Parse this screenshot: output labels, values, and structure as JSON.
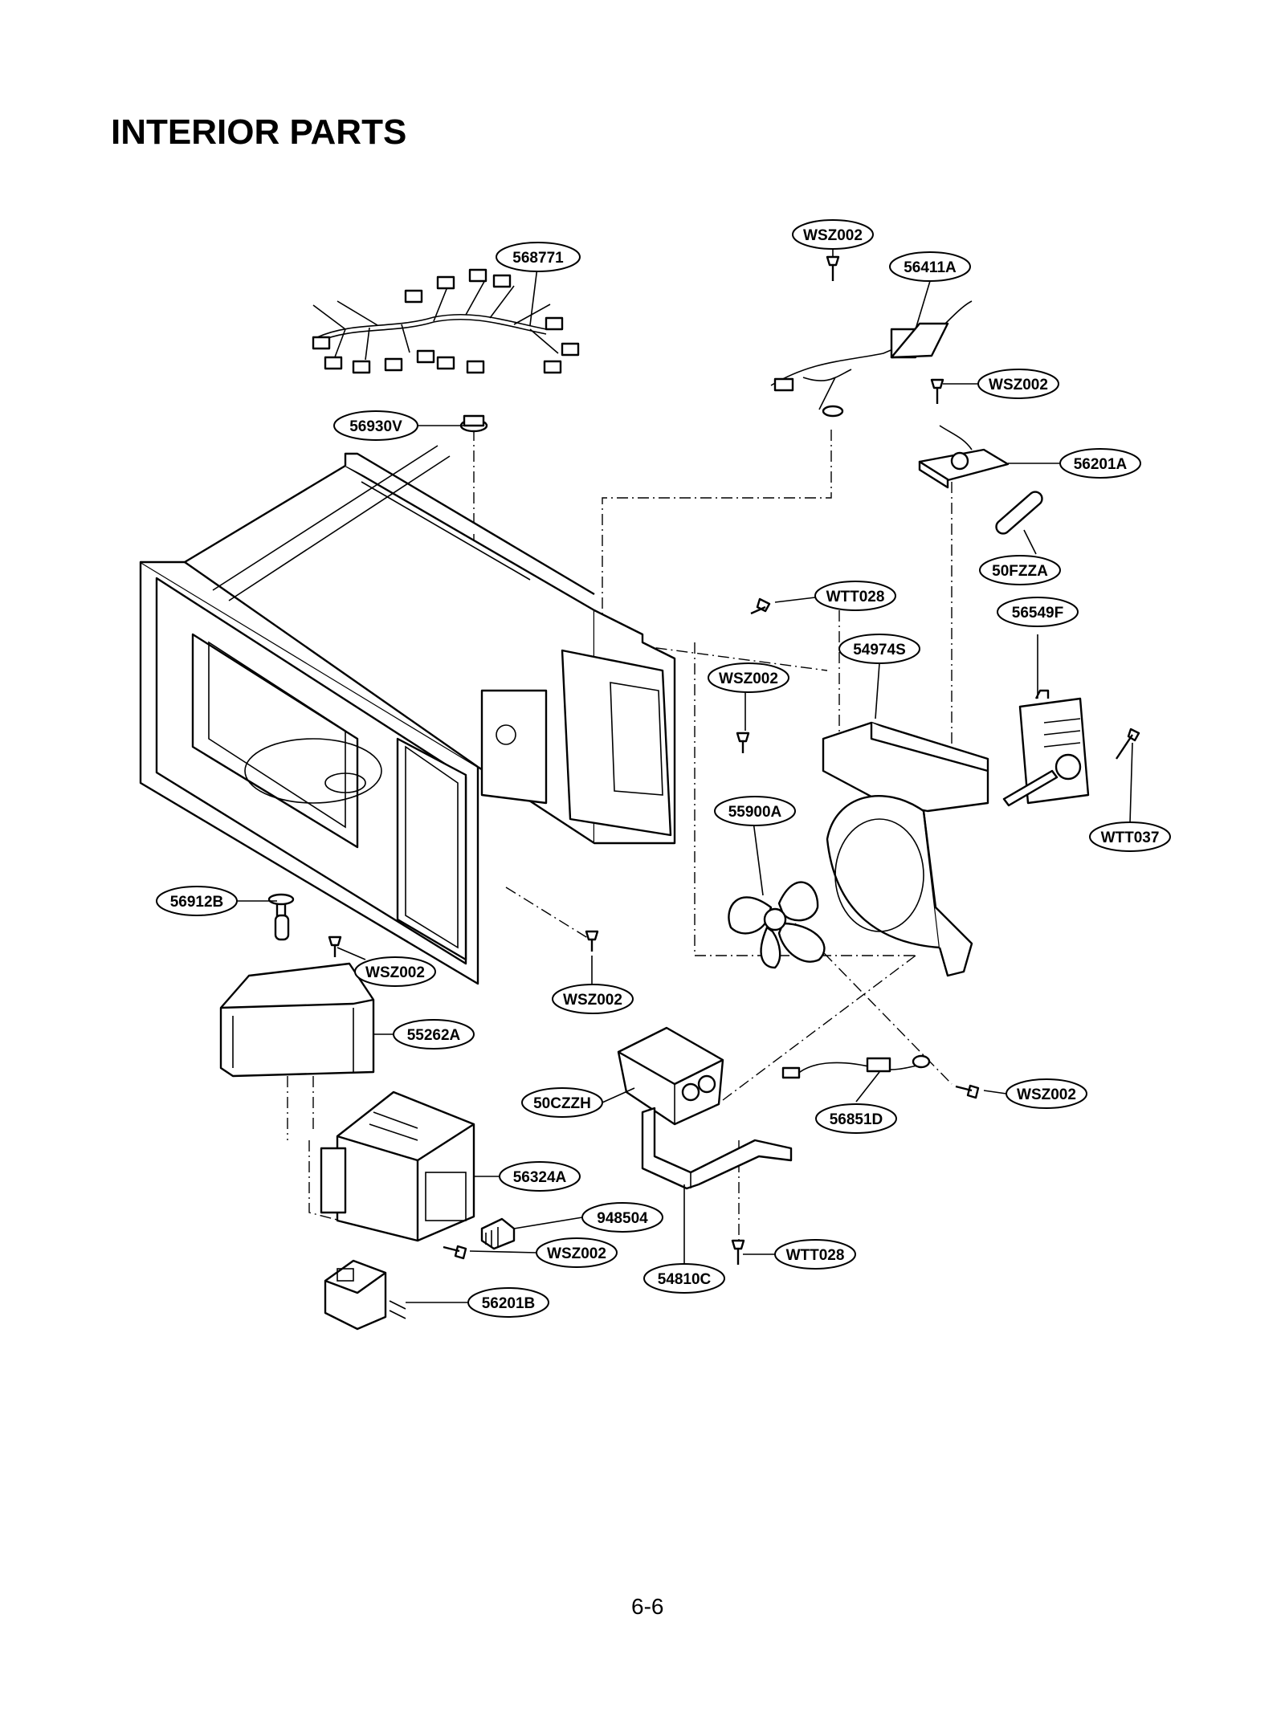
{
  "page": {
    "title": "INTERIOR PARTS",
    "page_number": "6-6"
  },
  "labels": [
    {
      "id": "568771",
      "text": "568771"
    },
    {
      "id": "56930V",
      "text": "56930V"
    },
    {
      "id": "WSZ002-top",
      "text": "WSZ002"
    },
    {
      "id": "56411A",
      "text": "56411A"
    },
    {
      "id": "WSZ002-b",
      "text": "WSZ002"
    },
    {
      "id": "56201A",
      "text": "56201A"
    },
    {
      "id": "50FZZA",
      "text": "50FZZA"
    },
    {
      "id": "56549F",
      "text": "56549F"
    },
    {
      "id": "WTT028-a",
      "text": "WTT028"
    },
    {
      "id": "54974S",
      "text": "54974S"
    },
    {
      "id": "WSZ002-c",
      "text": "WSZ002"
    },
    {
      "id": "55900A",
      "text": "55900A"
    },
    {
      "id": "WTT037",
      "text": "WTT037"
    },
    {
      "id": "56912B",
      "text": "56912B"
    },
    {
      "id": "WSZ002-d",
      "text": "WSZ002"
    },
    {
      "id": "WSZ002-e",
      "text": "WSZ002"
    },
    {
      "id": "55262A",
      "text": "55262A"
    },
    {
      "id": "50CZZH",
      "text": "50CZZH"
    },
    {
      "id": "56851D",
      "text": "56851D"
    },
    {
      "id": "WSZ002-f",
      "text": "WSZ002"
    },
    {
      "id": "56324A",
      "text": "56324A"
    },
    {
      "id": "948504",
      "text": "948504"
    },
    {
      "id": "WSZ002-g",
      "text": "WSZ002"
    },
    {
      "id": "54810C",
      "text": "54810C"
    },
    {
      "id": "WTT028-b",
      "text": "WTT028"
    },
    {
      "id": "56201B",
      "text": "56201B"
    }
  ]
}
